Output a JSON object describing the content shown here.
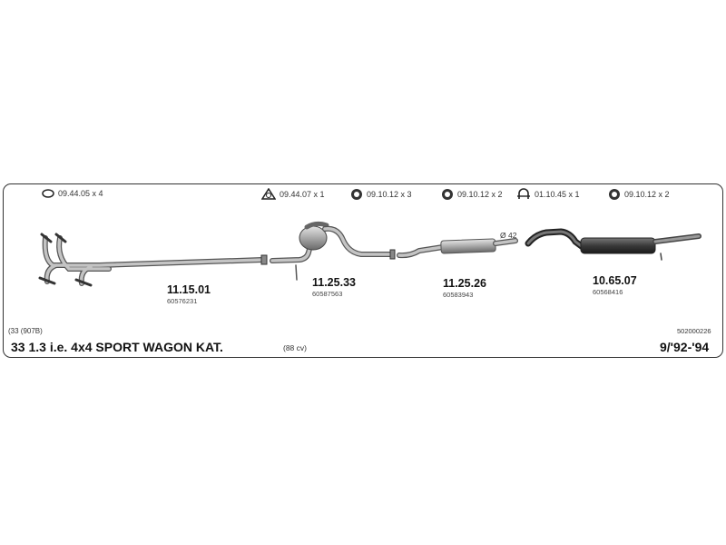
{
  "fittings": [
    {
      "icon": "oval-flange-gasket-icon",
      "label": "09.44.05 x 4"
    },
    {
      "icon": "triangle-gasket-icon",
      "label": "09.44.07 x 1"
    },
    {
      "icon": "ring-clamp-icon",
      "label": "09.10.12 x 3"
    },
    {
      "icon": "ring-clamp-icon",
      "label": "09.10.12 x 2"
    },
    {
      "icon": "u-bolt-clamp-icon",
      "label": "01.10.45 x 1"
    },
    {
      "icon": "ring-clamp-icon",
      "label": "09.10.12 x 2"
    }
  ],
  "parts": [
    {
      "code": "11.15.01",
      "oem": "60576231"
    },
    {
      "code": "11.25.33",
      "oem": "60587563"
    },
    {
      "code": "11.25.26",
      "oem": "60583943"
    },
    {
      "code": "10.65.07",
      "oem": "60568416"
    }
  ],
  "pipe_diameter": "Ø 42",
  "vehicle": {
    "series_code": "(33 (907B)",
    "catalog_number": "502000226",
    "model": "33  1.3 i.e. 4x4 SPORT WAGON KAT.",
    "power": "(88 cv)",
    "date_range": "9/'92-'94"
  },
  "colors": {
    "frame": "#333333",
    "part_fill": "#b8b8b8",
    "part_dark": "#555555"
  }
}
